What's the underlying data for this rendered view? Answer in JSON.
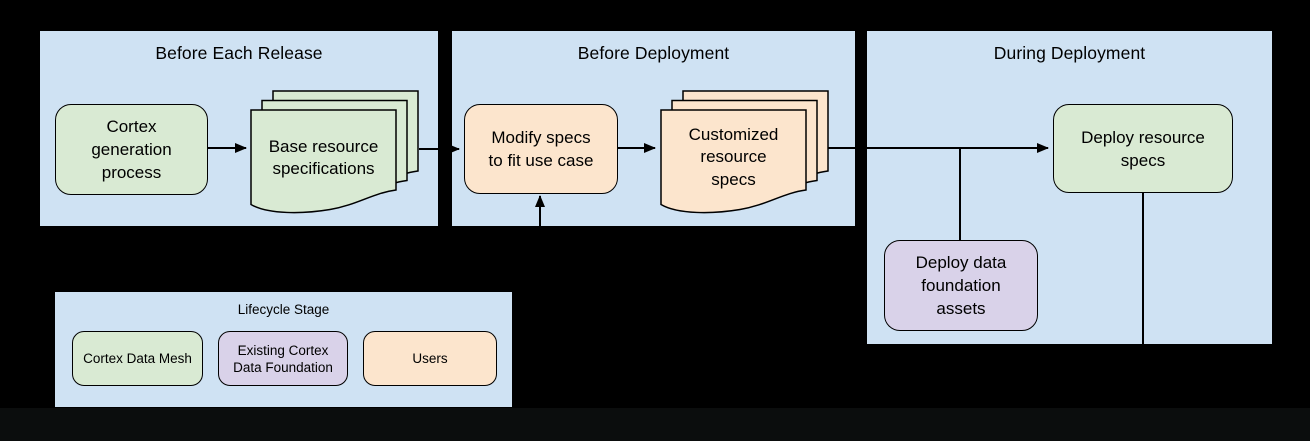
{
  "panels": {
    "before_release": {
      "title": "Before Each Release"
    },
    "before_deployment": {
      "title": "Before Deployment"
    },
    "during_deployment": {
      "title": "During Deployment"
    }
  },
  "nodes": {
    "cortex_generation": {
      "label": "Cortex\ngeneration\nprocess"
    },
    "base_specs": {
      "label": "Base resource\nspecifications"
    },
    "modify_specs": {
      "label": "Modify specs\nto fit use case"
    },
    "customized_specs": {
      "label": "Customized\nresource\nspecs"
    },
    "deploy_resource_specs": {
      "label": "Deploy resource\nspecs"
    },
    "deploy_data_foundation": {
      "label": "Deploy data\nfoundation\nassets"
    }
  },
  "legend": {
    "title": "Lifecycle Stage",
    "items": [
      {
        "label": "Cortex Data Mesh",
        "color": "#d9ead3"
      },
      {
        "label": "Existing Cortex\nData Foundation",
        "color": "#d9d2e9"
      },
      {
        "label": "Users",
        "color": "#fce5cd"
      }
    ]
  },
  "colors": {
    "panel_bg": "#cfe2f3",
    "cortex_data_mesh_green": "#d9ead3",
    "users_peach": "#fce5cd",
    "data_foundation_purple": "#d9d2e9",
    "connector_black": "#000000",
    "page_bg": "#000000"
  }
}
